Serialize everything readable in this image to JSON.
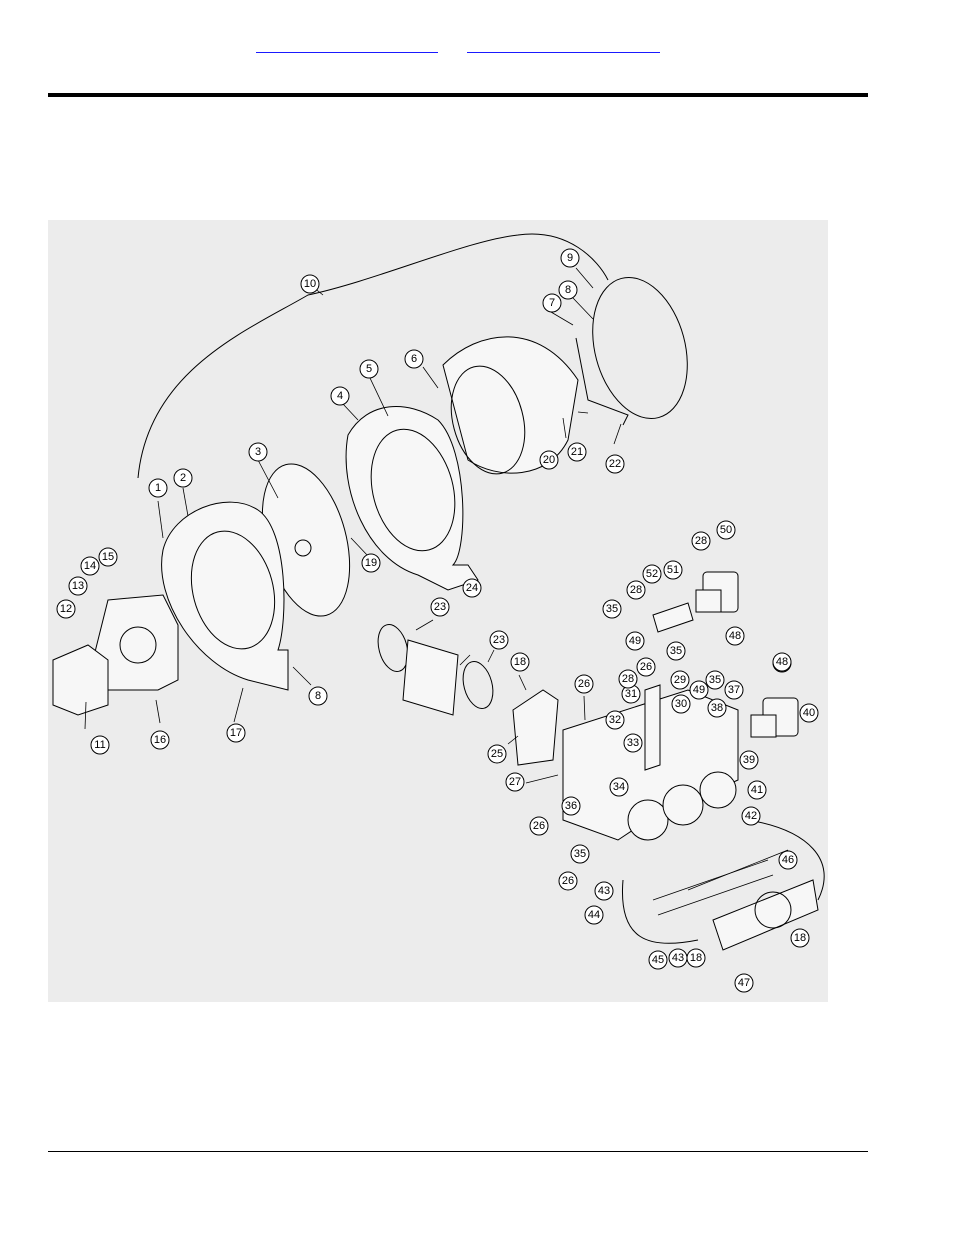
{
  "header": {
    "links": [
      {
        "label": ""
      },
      {
        "label": ""
      }
    ]
  },
  "diagram": {
    "callouts": [
      "1",
      "2",
      "3",
      "4",
      "5",
      "6",
      "7",
      "8",
      "9",
      "10",
      "11",
      "12",
      "13",
      "14",
      "15",
      "16",
      "17",
      "18",
      "19",
      "20",
      "21",
      "22",
      "23",
      "24",
      "25",
      "26",
      "27",
      "28",
      "29",
      "30",
      "31",
      "32",
      "33",
      "34",
      "35",
      "36",
      "37",
      "38",
      "39",
      "40",
      "41",
      "42",
      "43",
      "44",
      "45",
      "46",
      "47",
      "48",
      "49",
      "50",
      "51",
      "52"
    ]
  }
}
